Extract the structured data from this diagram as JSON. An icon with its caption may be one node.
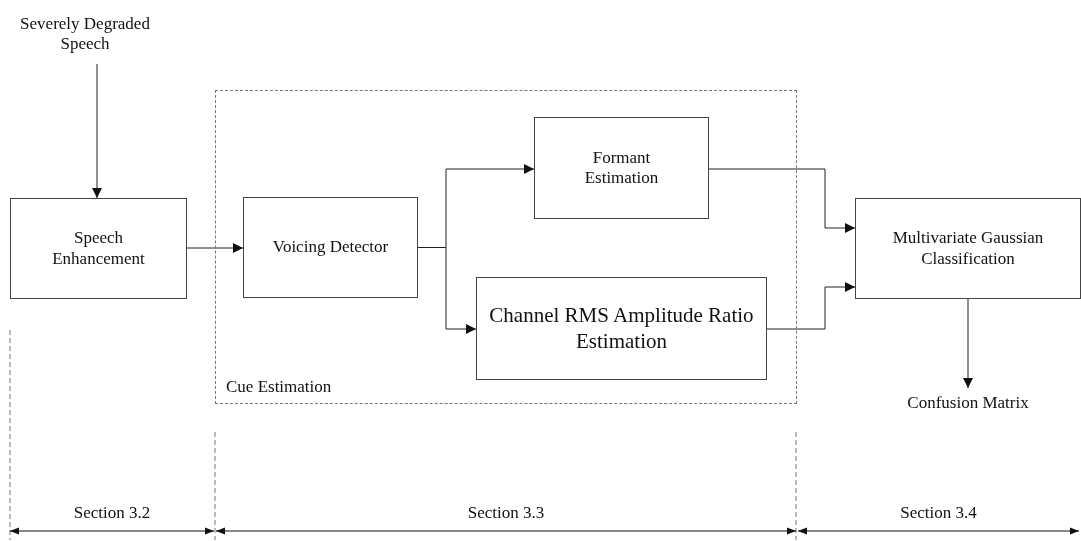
{
  "diagram": {
    "nodes": [
      {
        "text": [
          "Severely Degraded Speech"
        ]
      },
      {
        "text": [
          "Speech Enhancement"
        ]
      },
      {
        "text": [
          "Cue Estimation"
        ]
      },
      {
        "text": [
          "Voicing Detector"
        ],
        "in": 2
      },
      {
        "text": [
          "Formant Estimation"
        ],
        "in": 2
      },
      {
        "text": [
          "Channel RMS Amplitude Ratio Estimation"
        ],
        "in": 2
      },
      {
        "text": [
          "Multivariate Gaussian Classification"
        ]
      },
      {
        "text": [
          "Confusion Matrix"
        ]
      }
    ],
    "edges": [
      {
        "from": 0,
        "to": 1,
        "arrow": "to"
      },
      {
        "from": 1,
        "to": 3,
        "arrow": "to"
      },
      {
        "from": 3,
        "to": 4,
        "arrow": "to"
      },
      {
        "from": 3,
        "to": 5,
        "arrow": "to"
      },
      {
        "from": 4,
        "to": 6,
        "arrow": "to"
      },
      {
        "from": 5,
        "to": 6,
        "arrow": "to"
      },
      {
        "from": 6,
        "to": 7,
        "arrow": "to"
      }
    ],
    "labels": [
      "Section 3.2",
      "Section 3.3",
      "Section 3.4"
    ]
  }
}
